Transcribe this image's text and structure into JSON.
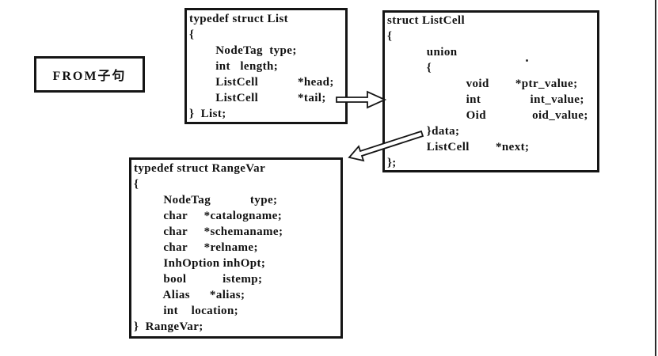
{
  "figure": {
    "background": "#ffffff",
    "ink_color": "#111111",
    "label_box": {
      "text": "FROM子句"
    },
    "structs": {
      "list": {
        "name": "List",
        "lines": [
          "typedef struct List",
          "{",
          "        NodeTag  type;",
          "        int   length;",
          "        ListCell            *head;",
          "        ListCell            *tail;",
          "}  List;"
        ]
      },
      "listcell": {
        "name": "ListCell",
        "lines": [
          "struct ListCell",
          "{",
          "            union",
          "            {",
          "                        void        *ptr_value;",
          "                        int               int_value;",
          "                        Oid              oid_value;",
          "            }data;",
          "            ListCell        *next;",
          "};"
        ]
      },
      "rangevar": {
        "name": "RangeVar",
        "lines": [
          "typedef struct RangeVar",
          "{",
          "         NodeTag            type;",
          "         char     *catalogname;",
          "         char     *schemaname;",
          "         char     *relname;",
          "         InhOption inhOpt;",
          "         bool           istemp;",
          "         Alias      *alias;",
          "         int    location;",
          "}  RangeVar;"
        ]
      }
    },
    "arrows": [
      {
        "name": "list-tail-to-listcell",
        "from": "List.tail",
        "to": "ListCell",
        "direction": "right"
      },
      {
        "name": "listcell-data-to-rangevar",
        "from": "ListCell.data",
        "to": "RangeVar",
        "direction": "down-left"
      }
    ]
  }
}
